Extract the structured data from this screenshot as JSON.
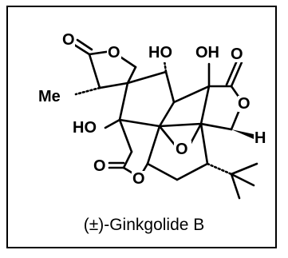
{
  "molecule": {
    "caption": "(±)-Ginkgolide B",
    "atom_labels": {
      "o_carbonyl_top_left": "O",
      "o_ring_top_left": "O",
      "ho_top_center": "HO",
      "oh_top_right": "OH",
      "o_carbonyl_top_right": "O",
      "o_ring_right": "O",
      "h_right": "H",
      "me_left": "Me",
      "ho_left": "HO",
      "o_carbonyl_bottom_left": "O",
      "o_ring_bottom": "O",
      "o_bridge_center": "O"
    }
  }
}
